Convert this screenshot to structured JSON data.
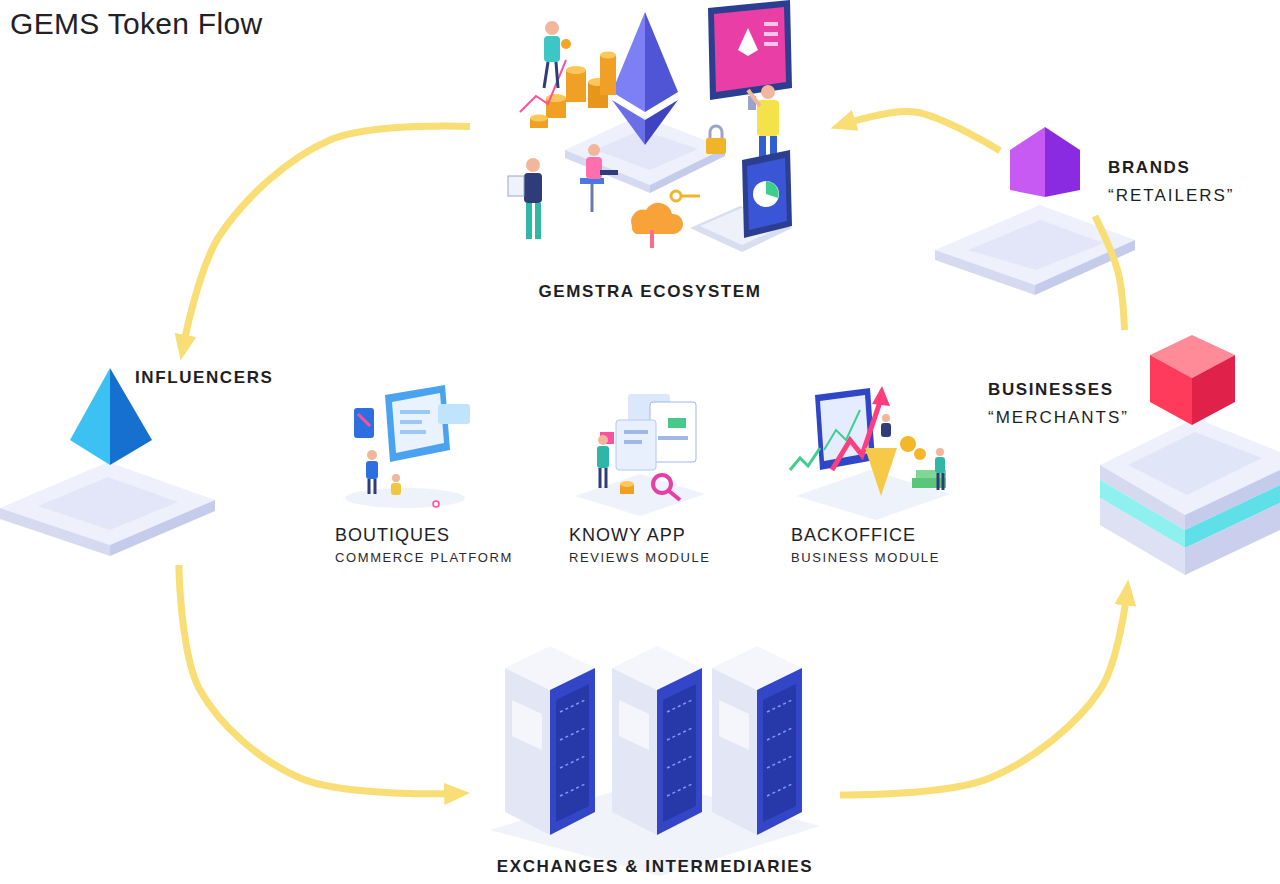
{
  "diagram": {
    "title": "GEMS Token Flow",
    "nodes": [
      {
        "text": [
          "GEMSTRA ECOSYSTEM"
        ]
      },
      {
        "text": [
          "BRANDS",
          "“RETAILERS”"
        ]
      },
      {
        "text": [
          "INFLUENCERS"
        ]
      },
      {
        "text": [
          "BUSINESSES",
          "“MERCHANTS”"
        ]
      },
      {
        "text": [
          "BOUTIQUES",
          "COMMERCE PLATFORM"
        ]
      },
      {
        "text": [
          "KNOWY APP",
          "REVIEWS MODULE"
        ]
      },
      {
        "text": [
          "BACKOFFICE",
          "BUSINESS MODULE"
        ]
      },
      {
        "text": [
          "EXCHANGES & INTERMEDIARIES"
        ]
      }
    ],
    "edges": [
      {
        "from": 0,
        "to": 2,
        "arrow": "to"
      },
      {
        "from": 2,
        "to": 7,
        "arrow": "to"
      },
      {
        "from": 7,
        "to": 3,
        "arrow": "to"
      },
      {
        "from": 3,
        "to": 1,
        "arrow": "none"
      },
      {
        "from": 1,
        "to": 0,
        "arrow": "to"
      }
    ]
  }
}
